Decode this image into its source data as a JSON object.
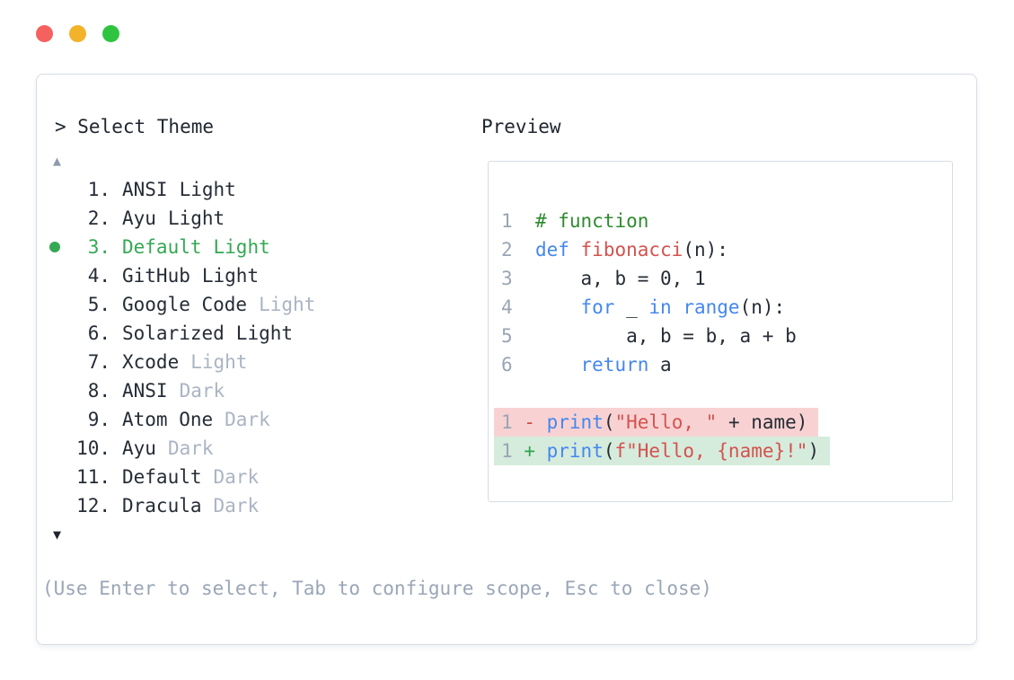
{
  "window": {
    "traffic_lights": [
      {
        "name": "close",
        "color": "#f4615e"
      },
      {
        "name": "minimize",
        "color": "#f2b32b"
      },
      {
        "name": "zoom",
        "color": "#2ec440"
      }
    ]
  },
  "selector": {
    "prompt": "> Select Theme",
    "scroll_up_icon": "▲",
    "scroll_down_icon": "▼",
    "items": [
      {
        "number": "1.",
        "name": "ANSI",
        "variant": "Light",
        "variant_muted": false,
        "selected": false
      },
      {
        "number": "2.",
        "name": "Ayu",
        "variant": "Light",
        "variant_muted": false,
        "selected": false
      },
      {
        "number": "3.",
        "name": "Default",
        "variant": "Light",
        "variant_muted": false,
        "selected": true
      },
      {
        "number": "4.",
        "name": "GitHub",
        "variant": "Light",
        "variant_muted": false,
        "selected": false
      },
      {
        "number": "5.",
        "name": "Google Code",
        "variant": "Light",
        "variant_muted": true,
        "selected": false
      },
      {
        "number": "6.",
        "name": "Solarized",
        "variant": "Light",
        "variant_muted": false,
        "selected": false
      },
      {
        "number": "7.",
        "name": "Xcode",
        "variant": "Light",
        "variant_muted": true,
        "selected": false
      },
      {
        "number": "8.",
        "name": "ANSI",
        "variant": "Dark",
        "variant_muted": true,
        "selected": false
      },
      {
        "number": "9.",
        "name": "Atom One",
        "variant": "Dark",
        "variant_muted": true,
        "selected": false
      },
      {
        "number": "10.",
        "name": "Ayu",
        "variant": "Dark",
        "variant_muted": true,
        "selected": false
      },
      {
        "number": "11.",
        "name": "Default",
        "variant": "Dark",
        "variant_muted": true,
        "selected": false
      },
      {
        "number": "12.",
        "name": "Dracula",
        "variant": "Dark",
        "variant_muted": true,
        "selected": false
      }
    ],
    "hint": "(Use Enter to select, Tab to configure scope, Esc to close)"
  },
  "preview": {
    "label": "Preview",
    "code_lines": [
      {
        "diff": "",
        "segments": [
          {
            "t": "1  ",
            "c": "ln"
          },
          {
            "t": "# function",
            "c": "comment"
          }
        ]
      },
      {
        "diff": "",
        "segments": [
          {
            "t": "2  ",
            "c": "ln"
          },
          {
            "t": "def",
            "c": "kw"
          },
          {
            "t": " ",
            "c": "plain"
          },
          {
            "t": "fibonacci",
            "c": "fn"
          },
          {
            "t": "(n):",
            "c": "plain"
          }
        ]
      },
      {
        "diff": "",
        "segments": [
          {
            "t": "3  ",
            "c": "ln"
          },
          {
            "t": "    a, b = 0, 1",
            "c": "plain"
          }
        ]
      },
      {
        "diff": "",
        "segments": [
          {
            "t": "4  ",
            "c": "ln"
          },
          {
            "t": "    ",
            "c": "plain"
          },
          {
            "t": "for",
            "c": "kw"
          },
          {
            "t": " _ ",
            "c": "plain"
          },
          {
            "t": "in",
            "c": "kw"
          },
          {
            "t": " ",
            "c": "plain"
          },
          {
            "t": "range",
            "c": "kw"
          },
          {
            "t": "(n):",
            "c": "plain"
          }
        ]
      },
      {
        "diff": "",
        "segments": [
          {
            "t": "5  ",
            "c": "ln"
          },
          {
            "t": "        a, b = b, a + b",
            "c": "plain"
          }
        ]
      },
      {
        "diff": "",
        "segments": [
          {
            "t": "6  ",
            "c": "ln"
          },
          {
            "t": "    ",
            "c": "plain"
          },
          {
            "t": "return",
            "c": "kw"
          },
          {
            "t": " a",
            "c": "plain"
          }
        ]
      },
      {
        "diff": "",
        "segments": []
      },
      {
        "diff": "removed",
        "segments": [
          {
            "t": "1",
            "c": "ln"
          },
          {
            "t": " ",
            "c": "plain"
          },
          {
            "t": "-",
            "c": "minus"
          },
          {
            "t": " ",
            "c": "plain"
          },
          {
            "t": "print",
            "c": "kw"
          },
          {
            "t": "(",
            "c": "plain"
          },
          {
            "t": "\"Hello, \"",
            "c": "str"
          },
          {
            "t": " + name)",
            "c": "plain"
          }
        ]
      },
      {
        "diff": "added",
        "segments": [
          {
            "t": "1",
            "c": "ln"
          },
          {
            "t": " ",
            "c": "plain"
          },
          {
            "t": "+",
            "c": "plus"
          },
          {
            "t": " ",
            "c": "plain"
          },
          {
            "t": "print",
            "c": "kw"
          },
          {
            "t": "(",
            "c": "plain"
          },
          {
            "t": "f\"Hello, {name}!\"",
            "c": "str"
          },
          {
            "t": ")",
            "c": "plain"
          }
        ]
      }
    ]
  },
  "colors": {
    "accent_green": "#34a853",
    "keyword_blue": "#4587ee",
    "string_red": "#d4524e",
    "comment_green": "#2e8b2e",
    "muted_gray": "#aab4c3",
    "line_number_gray": "#9aa5b4",
    "diff_removed_bg": "#f8d2d2",
    "diff_added_bg": "#d5ebdc",
    "border_gray": "#d7dce5"
  }
}
